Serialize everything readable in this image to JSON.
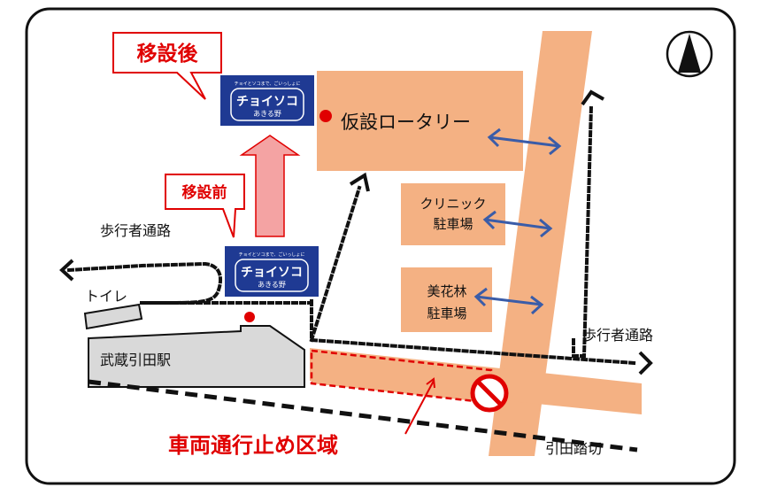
{
  "labels": {
    "temp_rotary": "仮設ロータリー",
    "clinic_parking_line1": "クリニック",
    "clinic_parking_line2": "駐車場",
    "bikarin_parking_line1": "美花林",
    "bikarin_parking_line2": "駐車場",
    "pedestrian_path_left": "歩行者通路",
    "pedestrian_path_right": "歩行者通路",
    "toilet": "トイレ",
    "station": "武蔵引田駅",
    "crossing": "引田踏切",
    "no_vehicle_zone": "車両通行止め区域",
    "after_move": "移設後",
    "before_move": "移設前"
  },
  "logo": {
    "tagline": "チョイとソコまで、ごいっしょに",
    "brand": "チョイソコ",
    "area": "あきる野"
  },
  "colors": {
    "road": "#f4b183",
    "road_border": "#e08a4f",
    "building": "#d9d9d9",
    "logo_bg": "#1f3a93",
    "accent_red": "#e00000",
    "arrow_blue": "#3a5ca8",
    "move_arrow": "#f4a3a3"
  },
  "icons": {
    "compass": "north-arrow-icon",
    "no_entry": "no-entry-icon",
    "stop_marker": "red-dot-marker"
  }
}
